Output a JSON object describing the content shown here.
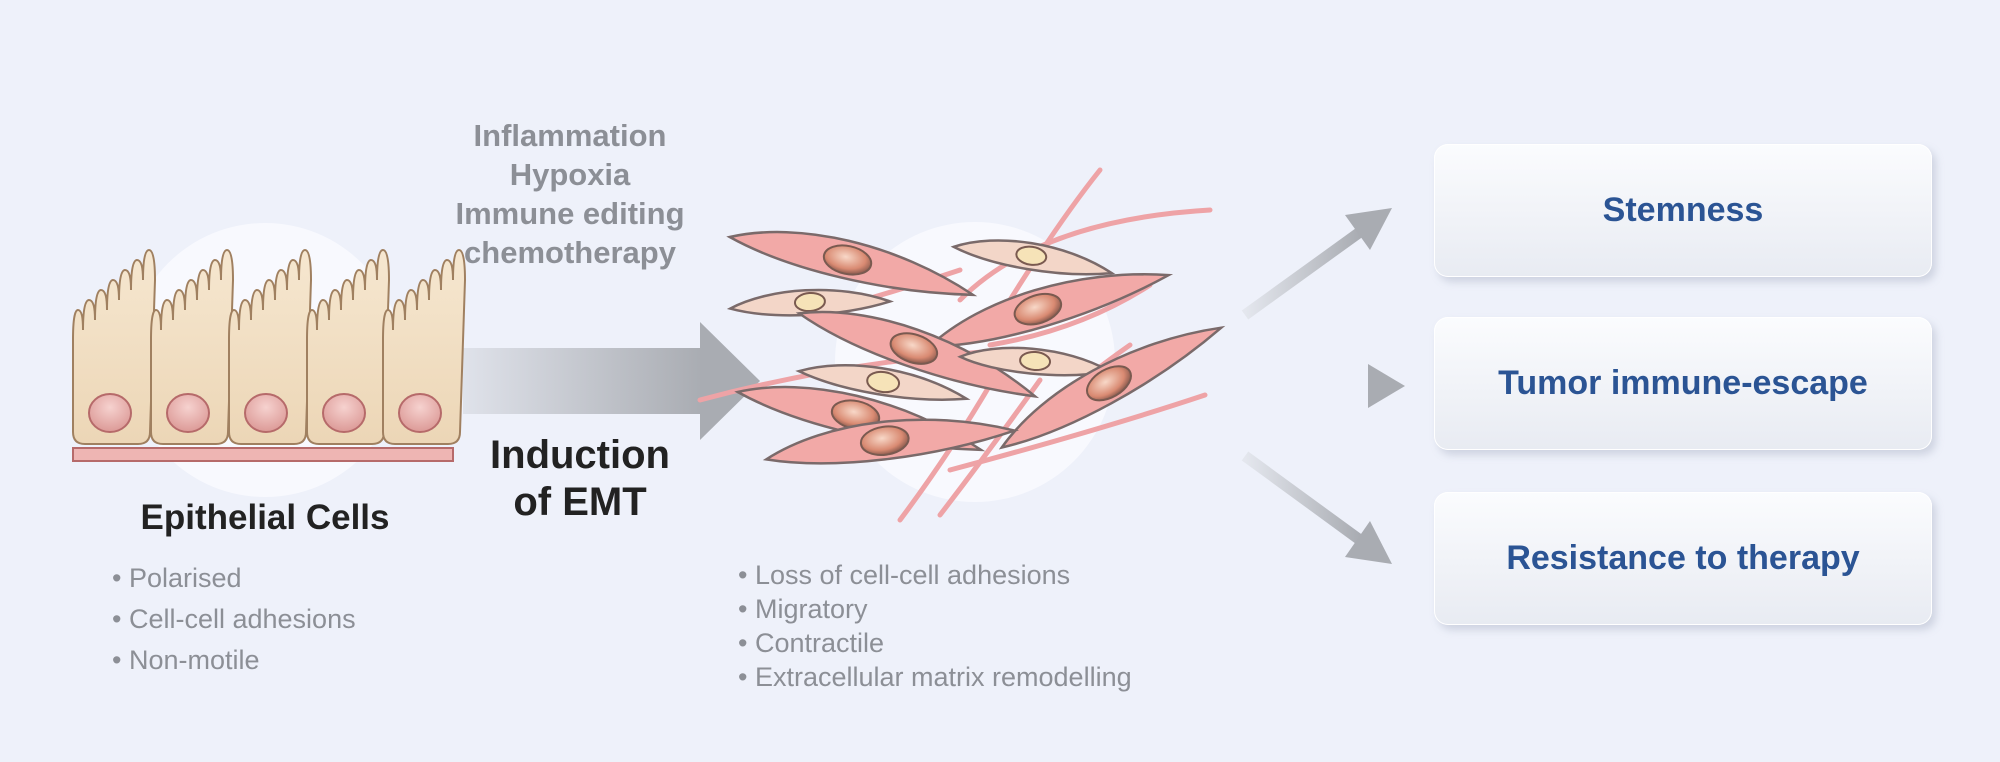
{
  "factors": {
    "lines": [
      "Inflammation",
      "Hypoxia",
      "Immune editing",
      "chemotherapy"
    ]
  },
  "epithelial": {
    "title": "Epithelial Cells",
    "traits": [
      "Polarised",
      "Cell-cell adhesions",
      "Non-motile"
    ]
  },
  "process": {
    "line1": "Induction",
    "line2": "of EMT"
  },
  "mesenchymal": {
    "traits": [
      "Loss of cell-cell adhesions",
      "Migratory",
      "Contractile",
      "Extracellular matrix remodelling"
    ]
  },
  "outcomes": [
    "Stemness",
    "Tumor immune-escape",
    "Resistance to therapy"
  ],
  "colors": {
    "background": "#eef1fa",
    "epithelial_cell": "#f2e0c5",
    "nucleus": "#e8b4b0",
    "mesenchymal_cell": "#f2a9a7",
    "fiber": "#eea3a6",
    "arrow": "#a9acb2",
    "outcome_text": "#2b5494",
    "muted_text": "#8c8f96"
  },
  "icons": [
    "epithelial-cell-icon",
    "mesenchymal-cell-icon",
    "ecm-fiber-icon",
    "arrow-icon"
  ]
}
